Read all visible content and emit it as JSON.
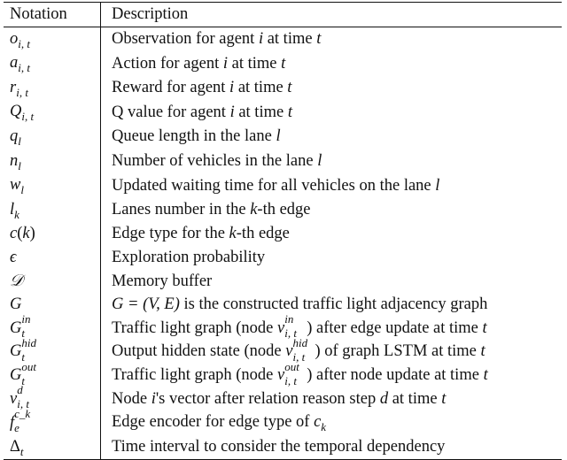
{
  "table": {
    "headers": {
      "notation": "Notation",
      "description": "Description"
    },
    "rows": [
      {
        "notation": "o_{i,t}",
        "description": "Observation for agent i at time t"
      },
      {
        "notation": "a_{i,t}",
        "description": "Action for agent i at time t"
      },
      {
        "notation": "r_{i,t}",
        "description": "Reward for agent i at time t"
      },
      {
        "notation": "Q_{i,t}",
        "description": "Q value for agent i at time t"
      },
      {
        "notation": "q_l",
        "description": "Queue length in the lane l"
      },
      {
        "notation": "n_l",
        "description": "Number of vehicles in the lane l"
      },
      {
        "notation": "w_l",
        "description": "Updated waiting time for all vehicles on the lane l"
      },
      {
        "notation": "l_k",
        "description": "Lanes number in the k-th edge"
      },
      {
        "notation": "c(k)",
        "description": "Edge type for the k-th edge"
      },
      {
        "notation": "ϵ",
        "description": "Exploration probability"
      },
      {
        "notation": "𝒟",
        "description": "Memory buffer"
      },
      {
        "notation": "G",
        "description": "G = (V, E) is the constructed traffic light adjacency graph"
      },
      {
        "notation": "G_t^{in}",
        "description": "Traffic light graph (node v_{i,t}^{in}) after edge update at time t"
      },
      {
        "notation": "G_t^{hid}",
        "description": "Output hidden state (node v_{i,t}^{hid}) of graph LSTM at time t"
      },
      {
        "notation": "G_t^{out}",
        "description": "Traffic light graph (node v_{i,t}^{out}) after node update at time t"
      },
      {
        "notation": "v_{i,t}^d",
        "description": "Node i's vector after relation reason step d at time t"
      },
      {
        "notation": "f_e^{c_k}",
        "description": "Edge encoder for edge type of c_k"
      },
      {
        "notation": "Δ_t",
        "description": "Time interval to consider the temporal dependency"
      }
    ]
  }
}
